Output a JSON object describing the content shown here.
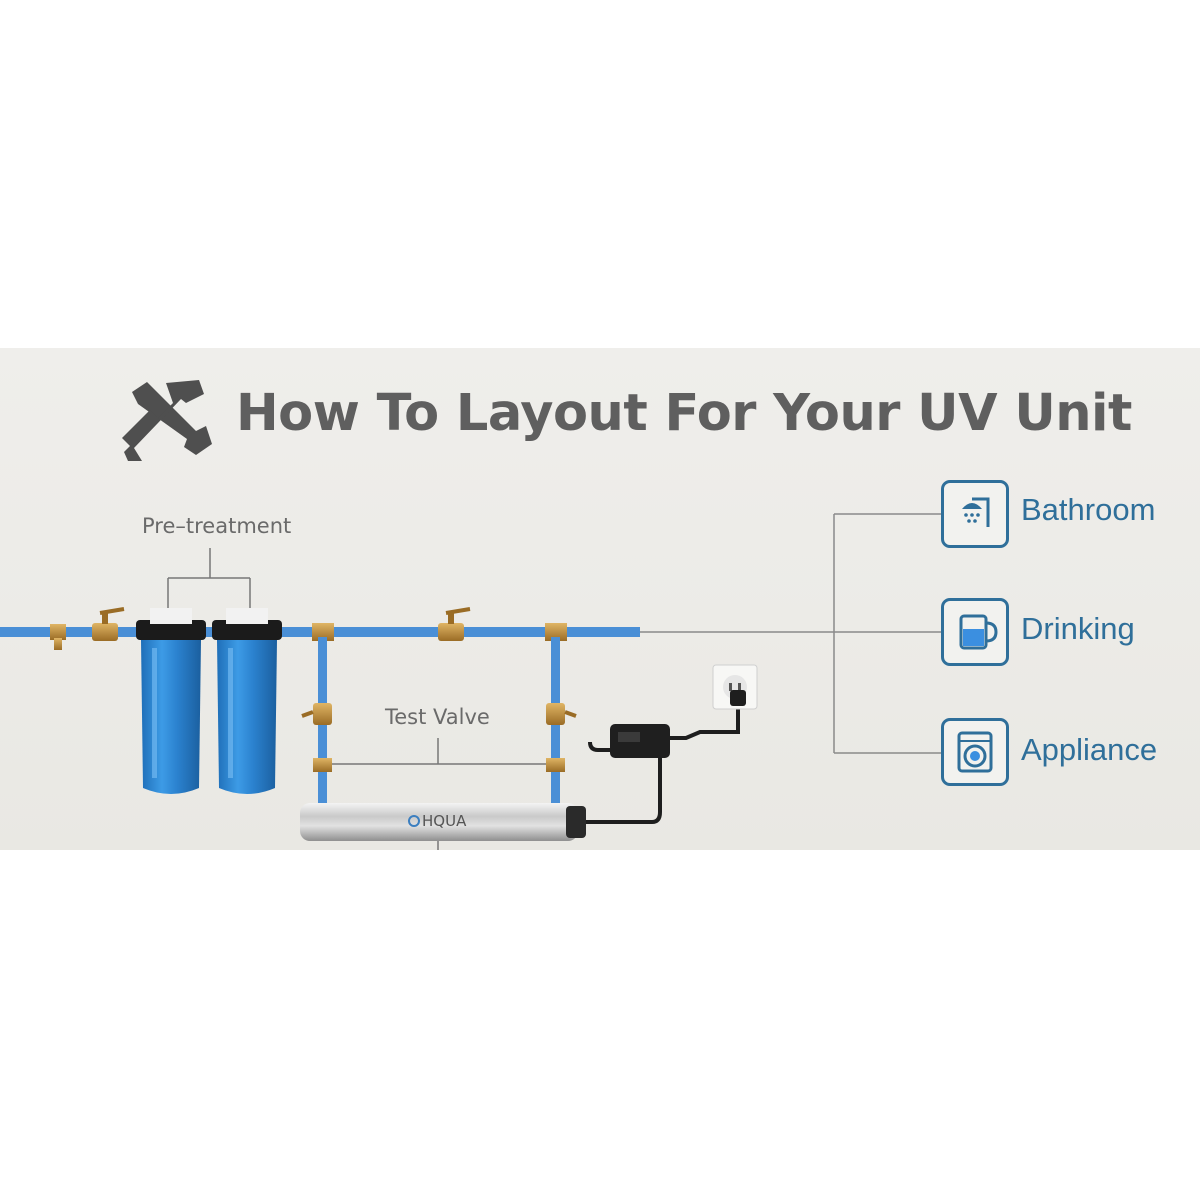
{
  "title": "How To Layout For Your UV Unit",
  "pre_treatment_label": "Pre–treatment",
  "test_valve_label": "Test Valve",
  "uv_brand": "HQUA",
  "destinations": [
    {
      "label": "Bathroom",
      "icon": "shower-icon"
    },
    {
      "label": "Drinking",
      "icon": "cup-icon"
    },
    {
      "label": "Appliance",
      "icon": "washing-machine-icon"
    }
  ],
  "colors": {
    "pipe": "#4a8fd6",
    "filter_housing": "#2f86d0",
    "fitting": "#b8893a",
    "accent": "#2f6f9a",
    "text": "#5f5f5f"
  }
}
